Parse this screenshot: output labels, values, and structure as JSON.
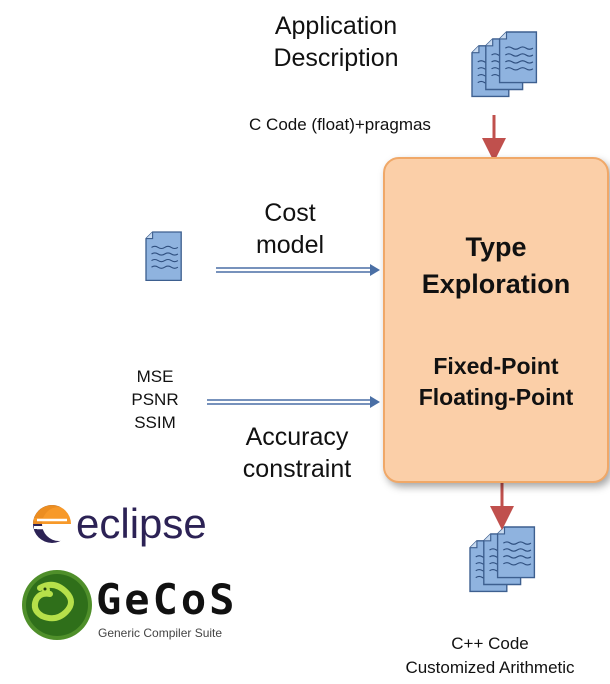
{
  "input": {
    "line1": "Application",
    "line2": "Description",
    "code_label": "C Code (float)+pragmas"
  },
  "cost": {
    "line1": "Cost",
    "line2": "model"
  },
  "metrics": [
    "MSE",
    "PSNR",
    "SSIM"
  ],
  "accuracy": {
    "line1": "Accuracy",
    "line2": "constraint"
  },
  "box": {
    "title1": "Type",
    "title2": "Exploration",
    "sub1": "Fixed-Point",
    "sub2": "Floating-Point"
  },
  "output": {
    "line1": "C++ Code",
    "line2": "Customized Arithmetic"
  },
  "logos": {
    "eclipse": "eclipse",
    "gecos": "GeCoS",
    "gecos_sub": "Generic Compiler Suite"
  },
  "colors": {
    "box_fill": "#fbcfa8",
    "box_border": "#f0a868",
    "arrow_red": "#c0504d",
    "arrow_blue": "#4a6fa5",
    "doc_blue": "#7fa8d8",
    "eclipse_orange": "#f7941e",
    "eclipse_dark": "#2c2255"
  },
  "icons": [
    "document-stack-icon",
    "document-icon",
    "eclipse-logo",
    "gecos-lizard-logo"
  ]
}
